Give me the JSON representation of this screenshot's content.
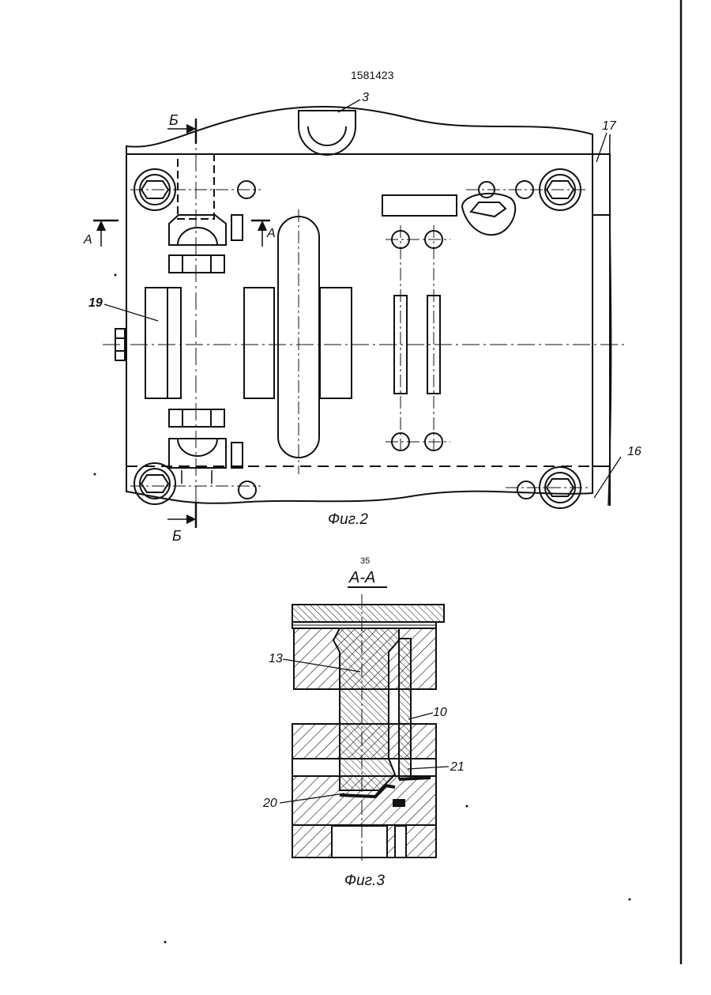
{
  "header": {
    "patent_number": "1581423"
  },
  "figure2": {
    "caption": "Фиг.2",
    "labels": {
      "part_3": "3",
      "part_17": "17",
      "part_16": "16",
      "part_19": "19"
    },
    "section_marks": {
      "b_top": "Б",
      "b_bottom": "Б",
      "a_left": "A",
      "a_right": "A"
    }
  },
  "figure3": {
    "caption": "Фиг.3",
    "section_title": "A-A",
    "page_mark": "35",
    "labels": {
      "part_13": "13",
      "part_10": "10",
      "part_21": "21",
      "part_20": "20"
    }
  },
  "colors": {
    "ink": "#111111",
    "paper": "#ffffff"
  }
}
